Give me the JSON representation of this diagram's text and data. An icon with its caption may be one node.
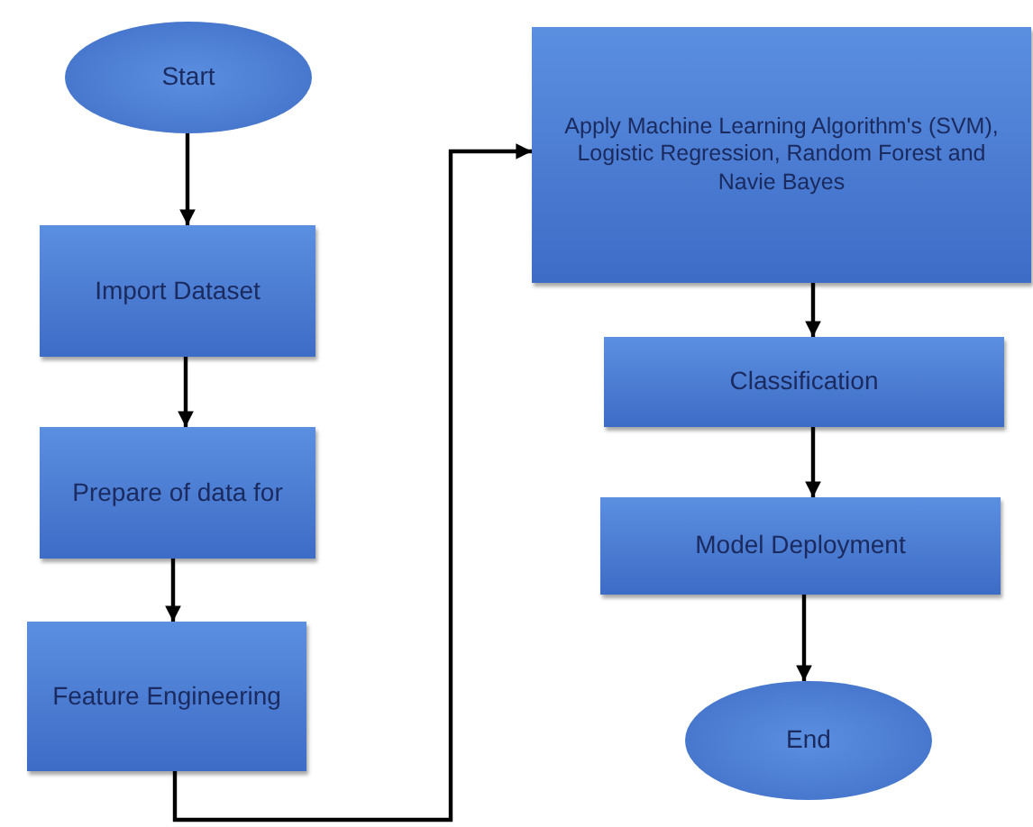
{
  "diagram": {
    "nodes": [
      {
        "text": [
          "Start"
        ]
      },
      {
        "text": [
          "Import Dataset"
        ]
      },
      {
        "text": [
          "Prepare of data for"
        ]
      },
      {
        "text": [
          "Feature Engineering"
        ]
      },
      {
        "text": [
          "Apply Machine Learning Algorithm's (SVM), Logistic Regression, Random Forest and Navie Bayes"
        ]
      },
      {
        "text": [
          "Classification"
        ]
      },
      {
        "text": [
          "Model Deployment"
        ]
      },
      {
        "text": [
          "End"
        ]
      }
    ],
    "edges": [
      {
        "from": 0,
        "to": 1,
        "arrow": "to"
      },
      {
        "from": 1,
        "to": 2,
        "arrow": "to"
      },
      {
        "from": 2,
        "to": 3,
        "arrow": "to"
      },
      {
        "from": 3,
        "to": 4,
        "arrow": "to"
      },
      {
        "from": 4,
        "to": 5,
        "arrow": "to"
      },
      {
        "from": 5,
        "to": 6,
        "arrow": "to"
      },
      {
        "from": 6,
        "to": 7,
        "arrow": "to"
      }
    ]
  }
}
